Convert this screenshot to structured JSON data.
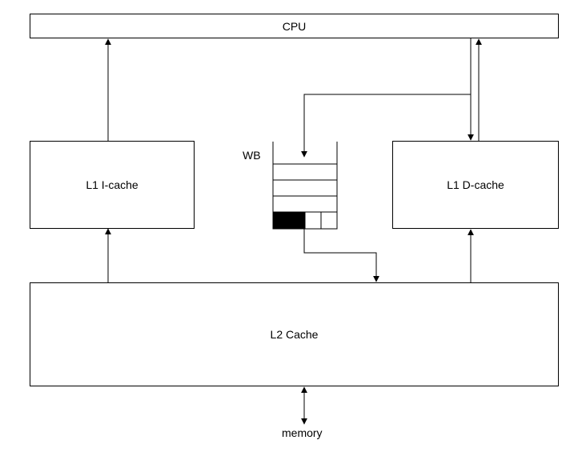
{
  "diagram": {
    "cpu_label": "CPU",
    "l1_icache_label": "L1 I-cache",
    "l1_dcache_label": "L1 D-cache",
    "wb_label": "WB",
    "l2_cache_label": "L2 Cache",
    "memory_label": "memory",
    "write_buffer": {
      "empty_rows": 4,
      "entries": [
        {
          "filled": true
        },
        {
          "filled": true
        },
        {
          "filled": false
        },
        {
          "filled": false
        }
      ]
    }
  }
}
